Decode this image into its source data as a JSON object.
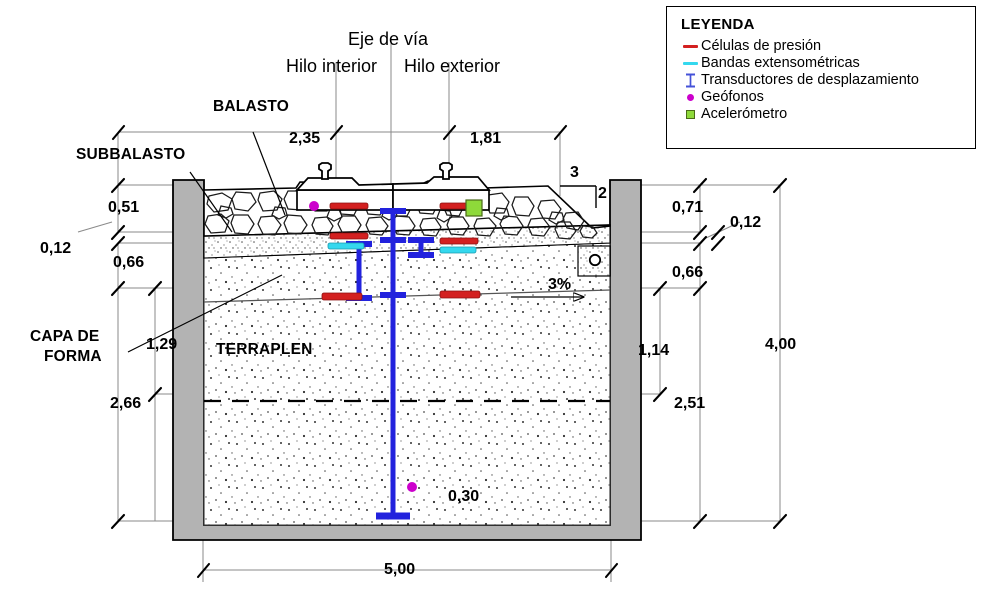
{
  "legend": {
    "title": "LEYENDA",
    "items": [
      {
        "label": "Células de presión",
        "sym": "line",
        "color": "#d32020"
      },
      {
        "label": "Bandas extensométricas",
        "sym": "line",
        "color": "#34d8ee"
      },
      {
        "label": "Transductores de desplazamiento",
        "sym": "ibeam",
        "color": "#4452d8"
      },
      {
        "label": "Geófonos",
        "sym": "dot",
        "color": "#cc00cc"
      },
      {
        "label": "Acelerómetro",
        "sym": "sq",
        "color": "#8ed93a"
      }
    ]
  },
  "titles": {
    "axis": "Eje de vía",
    "inner_rail": "Hilo interior",
    "outer_rail": "Hilo exterior"
  },
  "materials": {
    "ballast": "BALASTO",
    "subballast": "SUBBALASTO",
    "capa_forma": "CAPA DE\nFORMA",
    "capa_forma_l1": "CAPA DE",
    "capa_forma_l2": "FORMA",
    "embankment": "TERRAPLEN"
  },
  "dims": {
    "top_left": "2,35",
    "top_right": "1,81",
    "slope_rise": "3",
    "slope_run": "2",
    "left_051": "0,51",
    "left_012": "0,12",
    "left_066": "0,66",
    "left_129": "1,29",
    "left_266": "2,66",
    "right_071": "0,71",
    "right_012": "0,12",
    "right_066": "0,66",
    "right_114": "1,14",
    "right_251": "2,51",
    "right_400": "4,00",
    "bottom_500": "5,00",
    "geophone_030": "0,30",
    "cross_slope": "3%"
  },
  "colors": {
    "pressure_cell": "#d32020",
    "strain_gauge": "#34d8ee",
    "transducer": "#2222dd",
    "geophone": "#cc00cc",
    "accelerometer": "#8ed93a",
    "concrete": "#b3b3b3",
    "dimension_line": "#8a8a8a",
    "outline": "#000000"
  }
}
